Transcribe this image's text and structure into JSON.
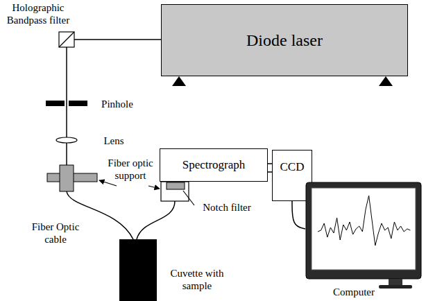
{
  "diagram": {
    "nodes": [
      {
        "text": [
          "Diode laser"
        ]
      },
      {
        "text": [
          "Spectrograph"
        ]
      },
      {
        "text": [
          "CCD"
        ]
      },
      {
        "text": [
          "Computer"
        ]
      },
      {
        "text": [
          "Cuvette with sample"
        ]
      }
    ],
    "edges": [
      {
        "from": 1,
        "to": 2,
        "arrow": "none"
      },
      {
        "from": 2,
        "to": 3,
        "arrow": "none"
      }
    ],
    "labels": [
      "Holographic Bandpass filter",
      "Pinhole",
      "Lens",
      "Fiber optic support",
      "Notch filter",
      "Fiber Optic cable"
    ]
  }
}
